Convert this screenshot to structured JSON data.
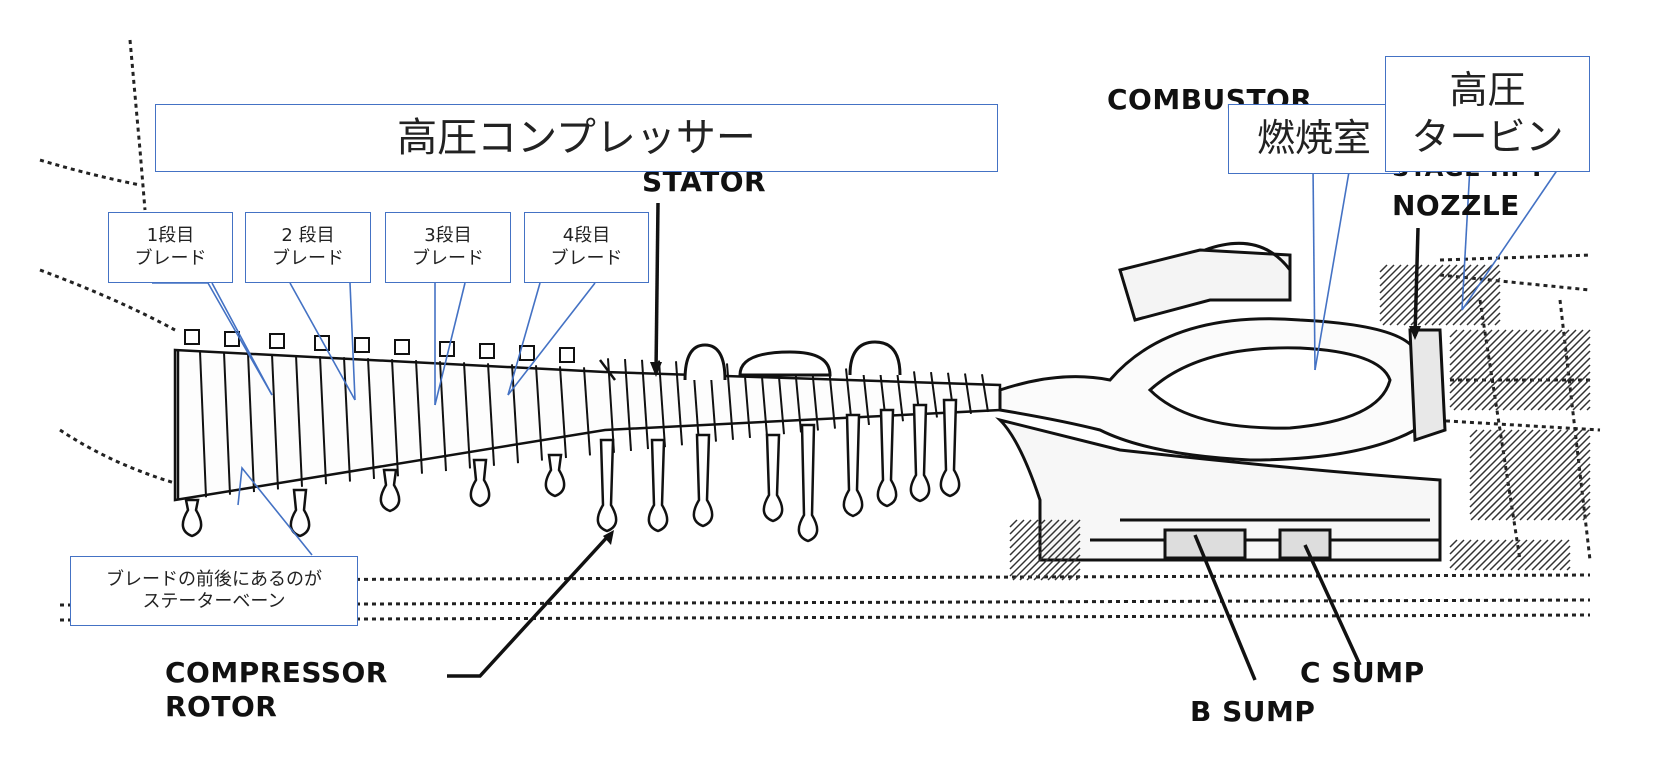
{
  "callouts": {
    "hp_compressor": "高圧コンプレッサー",
    "combustor_jp": "燃焼室",
    "hp_turbine": "高圧\nタービン",
    "stage1": "1段目\nブレード",
    "stage2": "2 段目\nブレード",
    "stage3": "3段目\nブレード",
    "stage4": "4段目\nブレード",
    "stator_note": "ブレードの前後にあるのが\nステーターベーン"
  },
  "labels": {
    "stator": "STATOR",
    "combustor": "COMBUSTOR",
    "nozzle": "NOZZLE",
    "stage_1st_hpt": "STAGE HPT",
    "compressor_rotor": "COMPRESSOR\nROTOR",
    "b_sump": "B SUMP",
    "c_sump": "C SUMP"
  },
  "colors": {
    "callout_border": "#4472c4",
    "ink": "#111111"
  }
}
